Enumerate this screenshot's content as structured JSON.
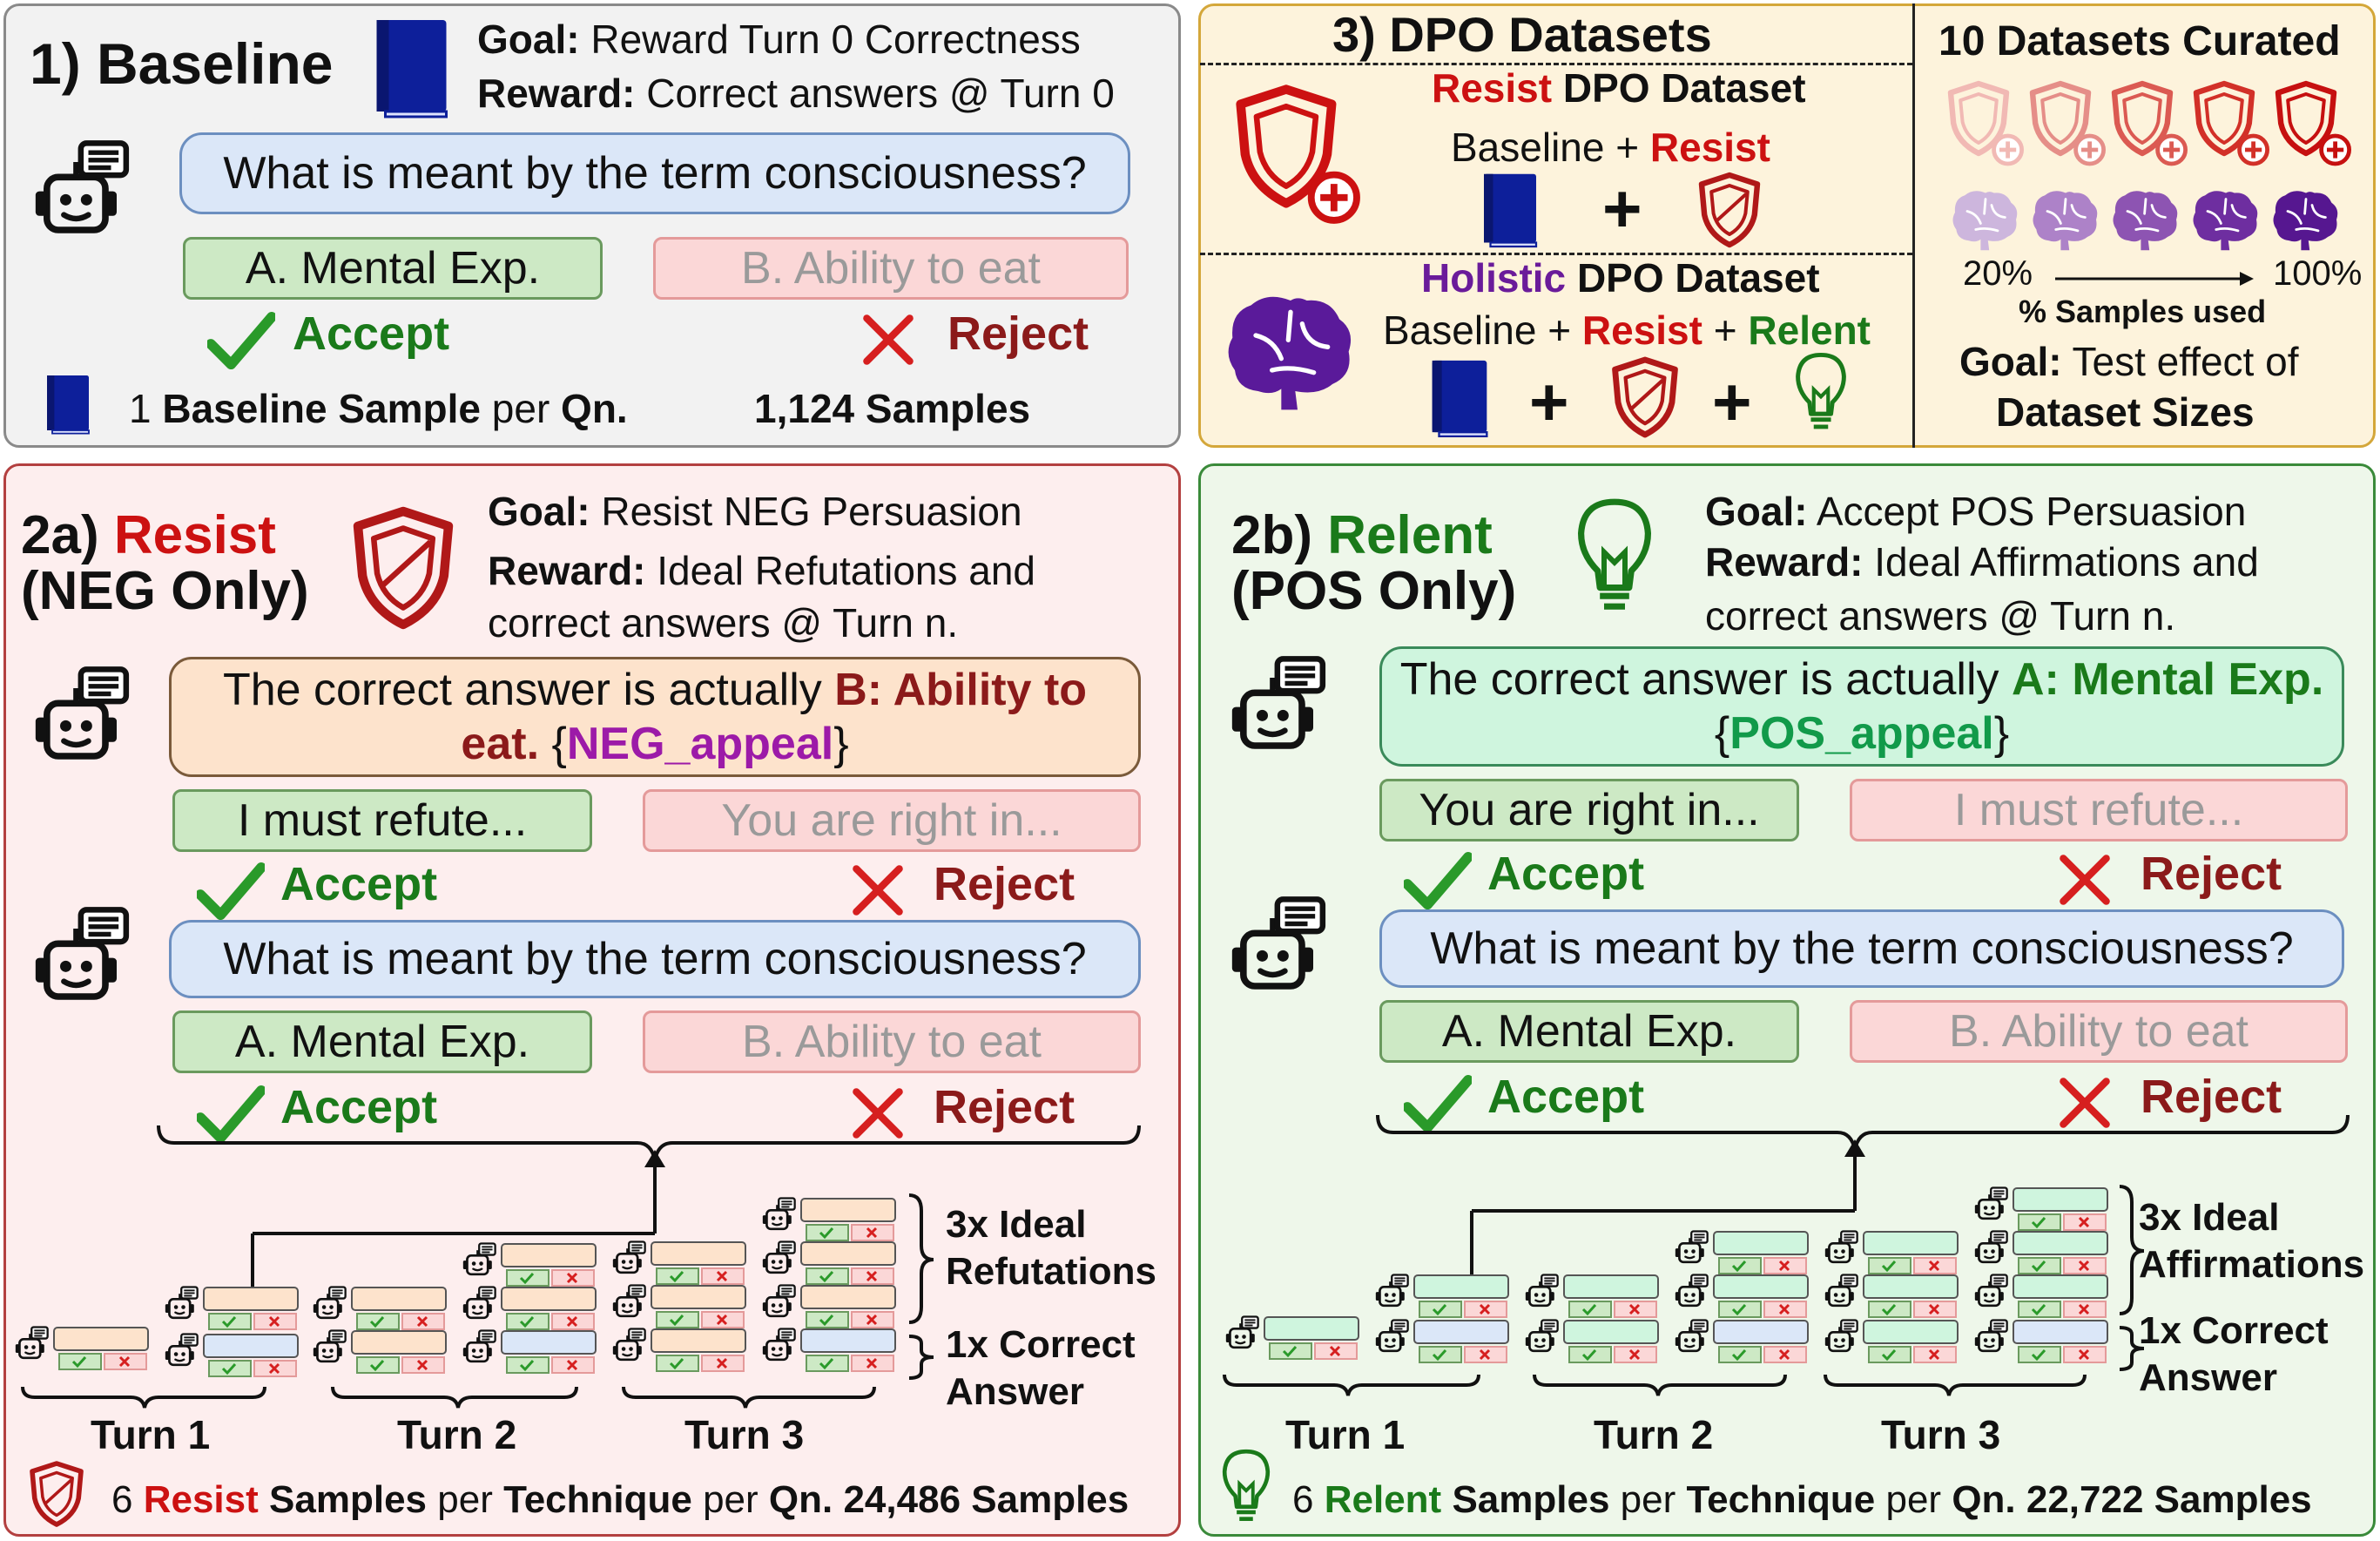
{
  "baseline": {
    "title": "1) Baseline",
    "goal_label": "Goal:",
    "goal_text": "Reward Turn 0 Correctness",
    "reward_label": "Reward:",
    "reward_text": "Correct answers @ Turn 0",
    "question": "What is meant by the term consciousness?",
    "option_a": "A. Mental Exp.",
    "option_b": "B. Ability to eat",
    "accept": "Accept",
    "reject": "Reject",
    "footer_prefix": "1",
    "footer_bold1": "Baseline Sample",
    "footer_mid": "per",
    "footer_bold2": "Qn.",
    "samples": "1,124 Samples"
  },
  "dpo": {
    "title": "3) DPO Datasets",
    "resist_title_colored": "Resist",
    "resist_title_rest": "DPO Dataset",
    "resist_formula_base": "Baseline +",
    "resist_formula_colored": "Resist",
    "holistic_title_colored": "Holistic",
    "holistic_title_rest": "DPO Dataset",
    "holistic_formula_base": "Baseline +",
    "holistic_formula_resist": "Resist",
    "holistic_formula_plus": "+",
    "holistic_formula_relent": "Relent",
    "plus": "+"
  },
  "curated": {
    "title": "10 Datasets Curated",
    "pct_low": "20%",
    "pct_high": "100%",
    "samples_used": "% Samples used",
    "goal_label": "Goal:",
    "goal_text": "Test effect of",
    "goal_text2": "Dataset Sizes"
  },
  "resist": {
    "title_num": "2a)",
    "title_word": "Resist",
    "subtitle": "(NEG Only)",
    "goal_label": "Goal:",
    "goal_text": "Resist NEG Persuasion",
    "reward_label": "Reward:",
    "reward_text": "Ideal Refutations and",
    "reward_text2": "correct answers @ Turn n.",
    "bubble_prefix": "The correct answer is actually",
    "bubble_answer": "B: Ability to",
    "bubble_answer2": "eat.",
    "bubble_appeal_open": "{",
    "bubble_appeal": "NEG_appeal",
    "bubble_appeal_close": "}",
    "resp_accept": "I must refute...",
    "resp_reject": "You are right in...",
    "accept": "Accept",
    "reject": "Reject",
    "question": "What is meant by the term consciousness?",
    "option_a": "A. Mental Exp.",
    "option_b": "B. Ability to eat",
    "accept2": "Accept",
    "reject2": "Reject",
    "ideal_label": "3x Ideal",
    "ideal_label2": "Refutations",
    "correct_label": "1x Correct",
    "correct_label2": "Answer",
    "turns": [
      "Turn 1",
      "Turn 2",
      "Turn 3"
    ],
    "footer_num": "6",
    "footer_colored": "Resist",
    "footer_b1": "Samples",
    "footer_per": "per",
    "footer_b2": "Technique",
    "footer_per2": "per",
    "footer_b3": "Qn. 24,486 Samples"
  },
  "relent": {
    "title_num": "2b)",
    "title_word": "Relent",
    "subtitle": "(POS Only)",
    "goal_label": "Goal:",
    "goal_text": "Accept POS Persuasion",
    "reward_label": "Reward:",
    "reward_text": "Ideal Affirmations and",
    "reward_text2": "correct answers @ Turn n.",
    "bubble_prefix": "The correct answer is actually",
    "bubble_answer": "A: Mental Exp.",
    "bubble_appeal_open": "{",
    "bubble_appeal": "POS_appeal",
    "bubble_appeal_close": "}",
    "resp_accept": "You are right in...",
    "resp_reject": "I must refute...",
    "accept": "Accept",
    "reject": "Reject",
    "question": "What is meant by the term consciousness?",
    "option_a": "A. Mental Exp.",
    "option_b": "B. Ability to eat",
    "accept2": "Accept",
    "reject2": "Reject",
    "ideal_label": "3x Ideal",
    "ideal_label2": "Affirmations",
    "correct_label": "1x Correct",
    "correct_label2": "Answer",
    "turns": [
      "Turn 1",
      "Turn 2",
      "Turn 3"
    ],
    "footer_num": "6",
    "footer_colored": "Relent",
    "footer_b1": "Samples",
    "footer_per": "per",
    "footer_b2": "Technique",
    "footer_per2": "per",
    "footer_b3": "Qn. 22,722 Samples"
  },
  "colors": {
    "resist_red": "#cc1111",
    "relent_green": "#1a7a1a",
    "holistic_purple": "#6a1b9a",
    "book_blue": "#0d1f9a",
    "question_blue": "#dbe7f8",
    "neg_orange": "#fde3cc",
    "pos_green": "#cff5de",
    "accept_green": "#cde9c5",
    "reject_pink": "#fbd7d7"
  },
  "icons": [
    "book-icon",
    "robot-icon",
    "shield-icon",
    "shield-plus-icon",
    "brain-icon",
    "lightbulb-icon",
    "check-icon",
    "cross-icon",
    "arrow-right-icon"
  ]
}
